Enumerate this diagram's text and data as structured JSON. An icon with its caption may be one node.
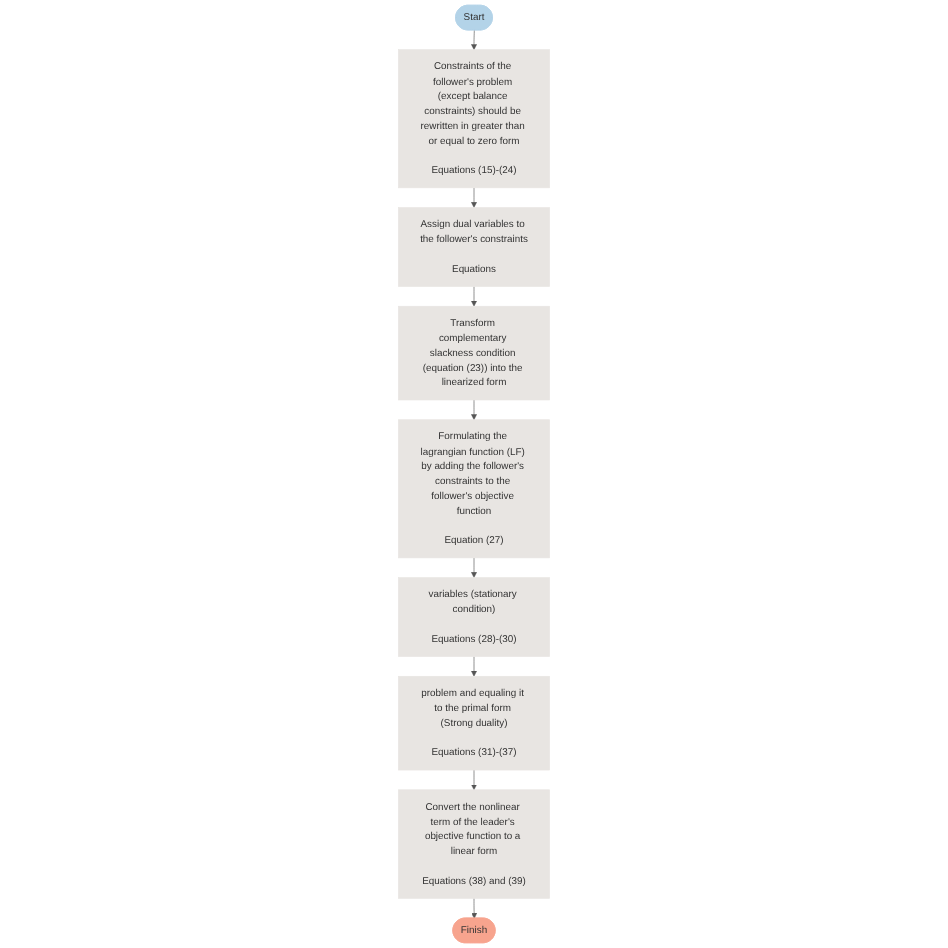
{
  "diagram": {
    "nodes": [
      {
        "text": [
          "Start"
        ]
      },
      {
        "text": [
          "Constraints of the follower's problem (except balance constraints) should be rewritten in greater than or equal to zero form",
          "Equations (15)-(24)"
        ]
      },
      {
        "text": [
          "Assign dual variables to the follower's constraints",
          "Equations"
        ]
      },
      {
        "text": [
          "Transform complementary slackness condition (equation (23)) into the linearized form"
        ]
      },
      {
        "text": [
          "Formulating the lagrangian function (LF) by adding the follower's constraints to the follower's objective function",
          "Equation (27)"
        ]
      },
      {
        "text": [
          "variables (stationary condition)",
          "Equations (28)-(30)"
        ]
      },
      {
        "text": [
          "problem and equaling it to the primal form (Strong duality)",
          "Equations (31)-(37)"
        ]
      },
      {
        "text": [
          "Convert the nonlinear term of the leader's objective function to a linear form",
          "Equations (38) and (39)"
        ]
      },
      {
        "text": [
          "Finish"
        ]
      }
    ],
    "edges": [
      {
        "from": 0,
        "to": 1,
        "arrow": "to"
      },
      {
        "from": 1,
        "to": 2,
        "arrow": "to"
      },
      {
        "from": 2,
        "to": 3,
        "arrow": "to"
      },
      {
        "from": 3,
        "to": 4,
        "arrow": "to"
      },
      {
        "from": 4,
        "to": 5,
        "arrow": "to"
      },
      {
        "from": 5,
        "to": 6,
        "arrow": "to"
      },
      {
        "from": 6,
        "to": 7,
        "arrow": "to"
      },
      {
        "from": 7,
        "to": 8,
        "arrow": "to"
      }
    ]
  }
}
